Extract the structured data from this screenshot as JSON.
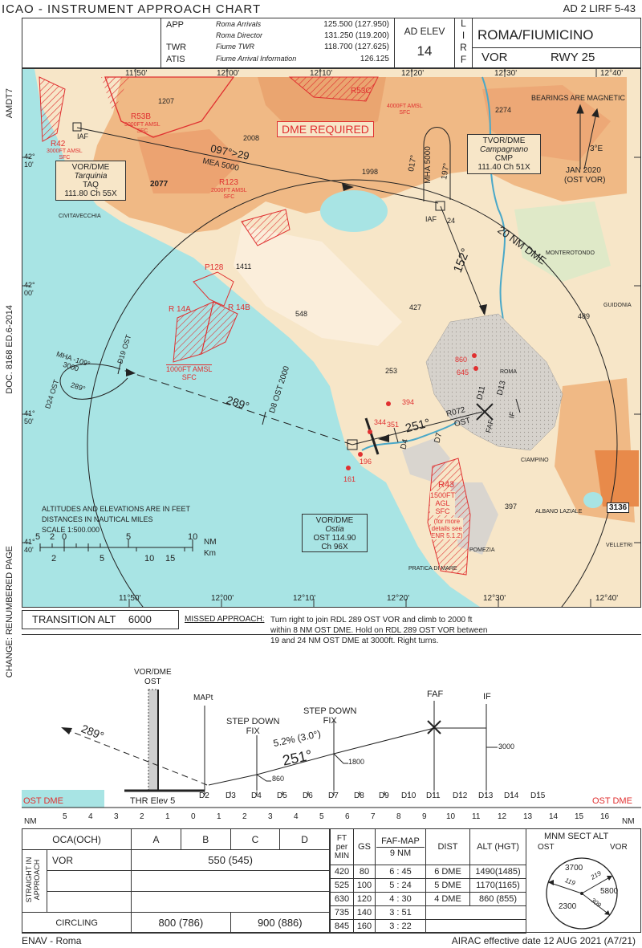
{
  "header": {
    "title": "ICAO - INSTRUMENT APPROACH CHART",
    "page_ref": "AD 2 LIRF 5-43",
    "amdt": "AMDT7",
    "doc": "DOC. 8168 ED.6-2014",
    "change": "CHANGE: RENUMBERED PAGE"
  },
  "comms": [
    {
      "svc": "APP",
      "name": "Roma Arrivals",
      "freq": "125.500 (127.950)"
    },
    {
      "svc": "",
      "name": "Roma Director",
      "freq": "131.250 (119.200)"
    },
    {
      "svc": "TWR",
      "name": "Fiume TWR",
      "freq": "118.700 (127.625)"
    },
    {
      "svc": "ATIS",
      "name": "Fiume Arrival Information",
      "freq": "126.125"
    }
  ],
  "ad_elev": {
    "label": "AD ELEV",
    "value": "14"
  },
  "icao_code": [
    "L",
    "I",
    "R",
    "F"
  ],
  "airport": {
    "city": "ROMA/FIUMICINO",
    "proc": "VOR",
    "rwy": "RWY 25"
  },
  "map": {
    "lon_top": [
      "11°50'",
      "12°00'",
      "12°10'",
      "12°20'",
      "12°30'",
      "12°40'"
    ],
    "lon_bottom": [
      "11°50'",
      "12°00'",
      "12°10'",
      "12°20'",
      "12°30'",
      "12°40'"
    ],
    "lat": [
      "42° 10'",
      "42° 00'",
      "41° 50'",
      "41° 40'"
    ],
    "bearings_note": "BEARINGS ARE MAGNETIC",
    "variation": "3°E",
    "variation_date": "JAN 2020",
    "variation_ref": "(OST VOR)",
    "dme_required": "DME REQUIRED",
    "areas": {
      "r53c": "R53C",
      "r53c_limits": [
        "4000FT AMSL",
        "SFC"
      ],
      "r53b": "R53B",
      "r53b_limits": [
        "3000FT AMSL",
        "SFC"
      ],
      "r42": "R42",
      "r42_limits": [
        "3000FT AMSL",
        "SFC"
      ],
      "r123": "R123",
      "r123_limits": [
        "2000FT AMSL",
        "SFC"
      ],
      "p128": "P128",
      "r14a": "R 14A",
      "r14b": "R 14B",
      "r14_limits": [
        "1000FT AMSL",
        "SFC"
      ],
      "r43": "R43",
      "r43_limits": [
        "1500FT",
        "AGL",
        "SFC"
      ],
      "r43_note": [
        "(for more",
        "details see",
        "ENR 5.1.2)"
      ]
    },
    "taq": {
      "type": "VOR/DME",
      "name": "Tarquinia",
      "id": "TAQ",
      "freq": "111.80 Ch 55X"
    },
    "cmp": {
      "type": "TVOR/DME",
      "name": "Campagnano",
      "id": "CMP",
      "freq": "111.40 Ch 51X"
    },
    "ost": {
      "type": "VOR/DME",
      "name": "Ostia",
      "freq": "OST 114.90",
      "ch": "Ch 96X"
    },
    "iaf": "IAF",
    "mea": "MEA 5000",
    "track_097": "097°>29",
    "mha_5000": "MHA 5000",
    "crs_017": "017°",
    "crs_197": "197°",
    "crs_152": "152°",
    "dme_ring": "20 NM DME",
    "dist_24": "24",
    "holding": {
      "mha": "MHA",
      "alt": "3000",
      "crs1": "-109°",
      "crs2": "289°"
    },
    "d19": "D19 OST",
    "d24": "D24 OST",
    "d8": "D8 OST 2000",
    "r289": "289°",
    "r251": "251°",
    "r072": "R072",
    "ost_lbl": "OST",
    "d4": "D4",
    "d7": "D7",
    "d11": "D11",
    "d13": "D13",
    "faf": "FAF",
    "if": "IF",
    "elev": [
      "1207",
      "2008",
      "1998",
      "2274",
      "2077",
      "1411",
      "548",
      "427",
      "253",
      "489",
      "397",
      "3136"
    ],
    "obst": [
      "860",
      "645",
      "394",
      "344",
      "351",
      "196",
      "161"
    ],
    "places": [
      "CIVITAVECCHIA",
      "MONTEROTONDO",
      "GUIDONIA",
      "ROMA",
      "CIAMPINO",
      "ALBANO LAZIALE",
      "VELLETRI",
      "POMEZIA",
      "PRATICA DI MARE"
    ],
    "notes": [
      "ALTITUDES AND ELEVATIONS ARE IN FEET",
      "DISTANCES IN NAUTICAL MILES",
      "SCALE   1:500.000"
    ],
    "scale_nm": [
      "5",
      "2",
      "0",
      "5",
      "10"
    ],
    "scale_km": [
      "2",
      "5",
      "10",
      "15"
    ],
    "nm": "NM",
    "km": "Km"
  },
  "transition": {
    "label": "TRANSITION  ALT",
    "value": "6000"
  },
  "missed": {
    "label": "MISSED APPROACH:",
    "lines": [
      "Turn right to join RDL 289 OST VOR  and climb to 2000 ft",
      "within 8 NM OST DME. Hold on RDL 289 OST VOR between",
      "19 and 24 NM OST DME at 3000ft. Right turns."
    ]
  },
  "profile": {
    "vor": [
      "VOR/DME",
      "OST"
    ],
    "mapt": "MAPt",
    "step1": [
      "STEP DOWN",
      "FIX"
    ],
    "step2": [
      "STEP DOWN",
      "FIX"
    ],
    "faf": "FAF",
    "if": "IF",
    "glide": "5.2% (3.0°)",
    "crs": "251°",
    "missed_crs": "289°",
    "alts": [
      "860",
      "1800",
      "3000"
    ],
    "thr": "THR Elev 5",
    "dme_label": "OST DME",
    "d_labels": [
      "D2",
      "D3",
      "D4",
      "D5",
      "D6",
      "D7",
      "D8",
      "D9",
      "D10",
      "D11",
      "D12",
      "D13",
      "D14",
      "D15"
    ],
    "nm": "NM",
    "nm_scale": [
      "5",
      "4",
      "3",
      "2",
      "1",
      "0",
      "1",
      "2",
      "3",
      "4",
      "5",
      "6",
      "7",
      "8",
      "9",
      "10",
      "11",
      "12",
      "13",
      "14",
      "15",
      "16"
    ]
  },
  "minima": {
    "oca": "OCA(OCH)",
    "cats": [
      "A",
      "B",
      "C",
      "D"
    ],
    "sia": [
      "STRAIGHT IN",
      "APPROACH"
    ],
    "vor": "VOR",
    "vor_val": "550 (545)",
    "circling": "CIRCLING",
    "circ_ab": "800 (786)",
    "circ_cd": "900 (886)"
  },
  "rate": {
    "h_ft": "FT per MIN",
    "h_gs": "GS",
    "h_faf": "FAF-MAP",
    "h_nm": "9 NM",
    "h_dist": "DIST",
    "h_alt": "ALT (HGT)",
    "rows": [
      {
        "ft": "420",
        "gs": "80",
        "time": "6 : 45",
        "dist": "6 DME",
        "alt": "1490(1485)"
      },
      {
        "ft": "525",
        "gs": "100",
        "time": "5 : 24",
        "dist": "5 DME",
        "alt": "1170(1165)"
      },
      {
        "ft": "630",
        "gs": "120",
        "time": "4 : 30",
        "dist": "4 DME",
        "alt": "860 (855)"
      },
      {
        "ft": "735",
        "gs": "140",
        "time": "3 : 51",
        "dist": "",
        "alt": ""
      },
      {
        "ft": "845",
        "gs": "160",
        "time": "3 : 22",
        "dist": "",
        "alt": ""
      }
    ]
  },
  "msa": {
    "title": "MNM  SECT  ALT",
    "ost": "OST",
    "vor": "VOR",
    "sectors": [
      "3700",
      "5800",
      "2300"
    ],
    "radials": [
      "119",
      "219",
      "309"
    ]
  },
  "footer": {
    "left": "ENAV - Roma",
    "right": "AIRAC effective date 12 AUG 2021 (A7/21)"
  }
}
